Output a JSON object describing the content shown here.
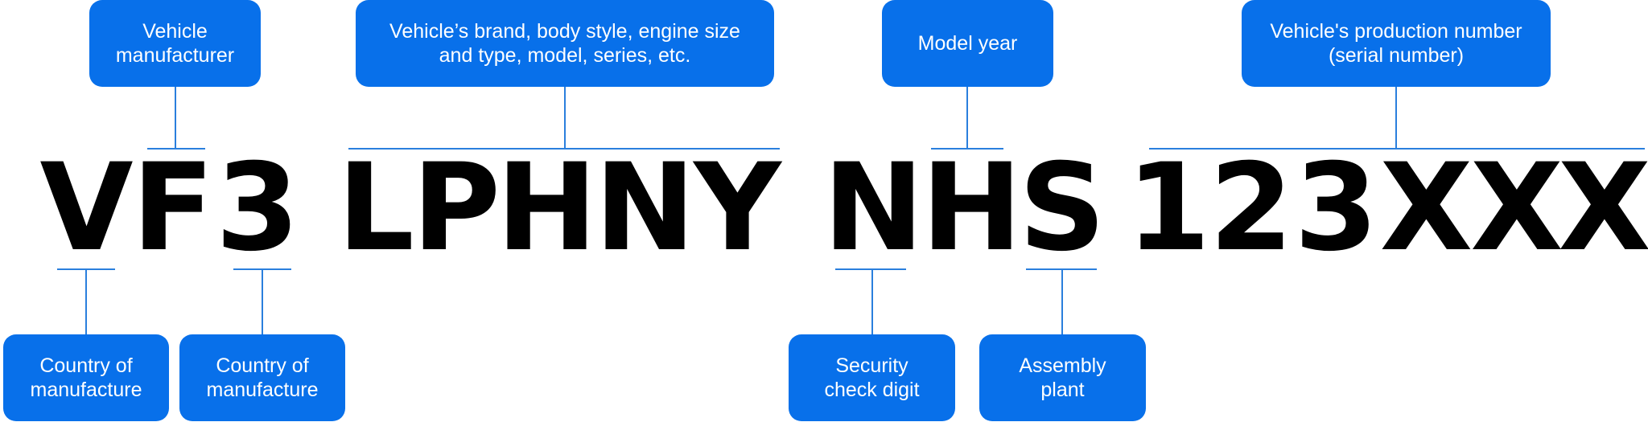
{
  "vin": [
    "V",
    "F",
    "3",
    "L",
    "P",
    "H",
    "N",
    "Y",
    "N",
    "H",
    "S",
    "1",
    "2",
    "3",
    "X",
    "X",
    "X"
  ],
  "labels": {
    "manufacturer": [
      "Vehicle",
      "manufacturer"
    ],
    "descriptor": [
      "Vehicle’s brand, body style, engine size",
      "and type, model, series, etc."
    ],
    "model_year": [
      "Model year"
    ],
    "production_number": [
      "Vehicle's production number",
      "(serial number)"
    ],
    "country_1": [
      "Country of",
      "manufacture"
    ],
    "country_2": [
      "Country of",
      "manufacture"
    ],
    "security_digit": [
      "Security",
      "check digit"
    ],
    "assembly_plant": [
      "Assembly",
      "plant"
    ]
  },
  "colors": {
    "box": "#0870ea",
    "line": "#2a7fdd",
    "text": "#000000"
  }
}
